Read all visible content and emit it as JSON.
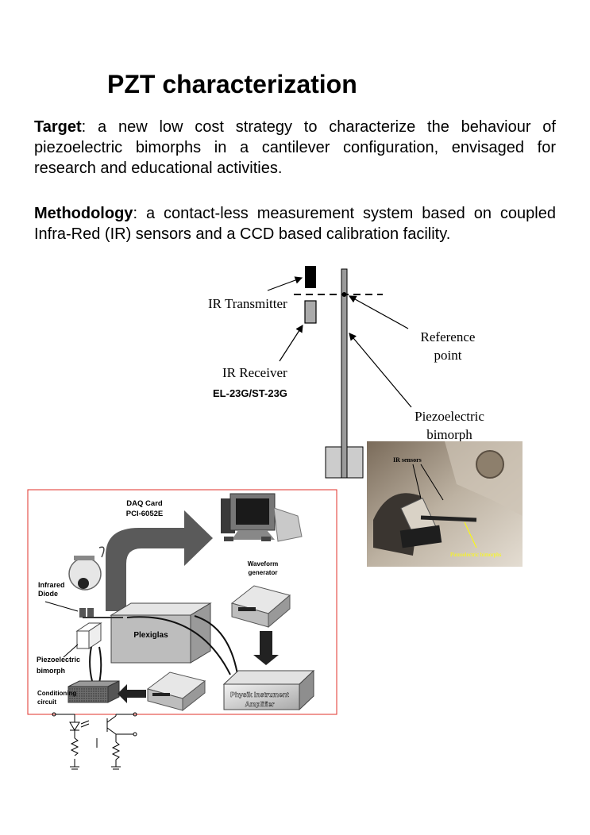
{
  "title": "PZT characterization",
  "target": {
    "label": "Target",
    "text": ": a new low cost strategy to characterize the behaviour of piezoelectric bimorphs in a cantilever configuration, envisaged for research and educational activities."
  },
  "methodology": {
    "label": "Methodology",
    "text": ": a contact-less measurement system based on coupled Infra-Red (IR) sensors and a CCD based calibration facility."
  },
  "schematic": {
    "ir_transmitter": "IR Transmitter",
    "reference_point_1": "Reference",
    "reference_point_2": "point",
    "ir_receiver": "IR Receiver",
    "sensor_model": "EL-23G/ST-23G",
    "piezo_1": "Piezoelectric",
    "piezo_2": "bimorph"
  },
  "photo": {
    "ir_sensors": "IR sensors",
    "piezo_label": "Piezoelectric bimorphs"
  },
  "setup": {
    "daq_1": "DAQ Card",
    "daq_2": "PCI-6052E",
    "waveform_1": "Waveform",
    "waveform_2": "generator",
    "infrared_1": "Infrared",
    "infrared_2": "Diode",
    "plexiglas": "Plexiglas",
    "piezo_1": "Piezoelectric",
    "piezo_2": "bimorph",
    "cond_1": "Conditioning",
    "cond_2": "circuit",
    "amp_1": "Physik Instrument",
    "amp_2": "Amplifier"
  },
  "colors": {
    "frame": "#e0302a",
    "photo_label": "#ffff00"
  }
}
